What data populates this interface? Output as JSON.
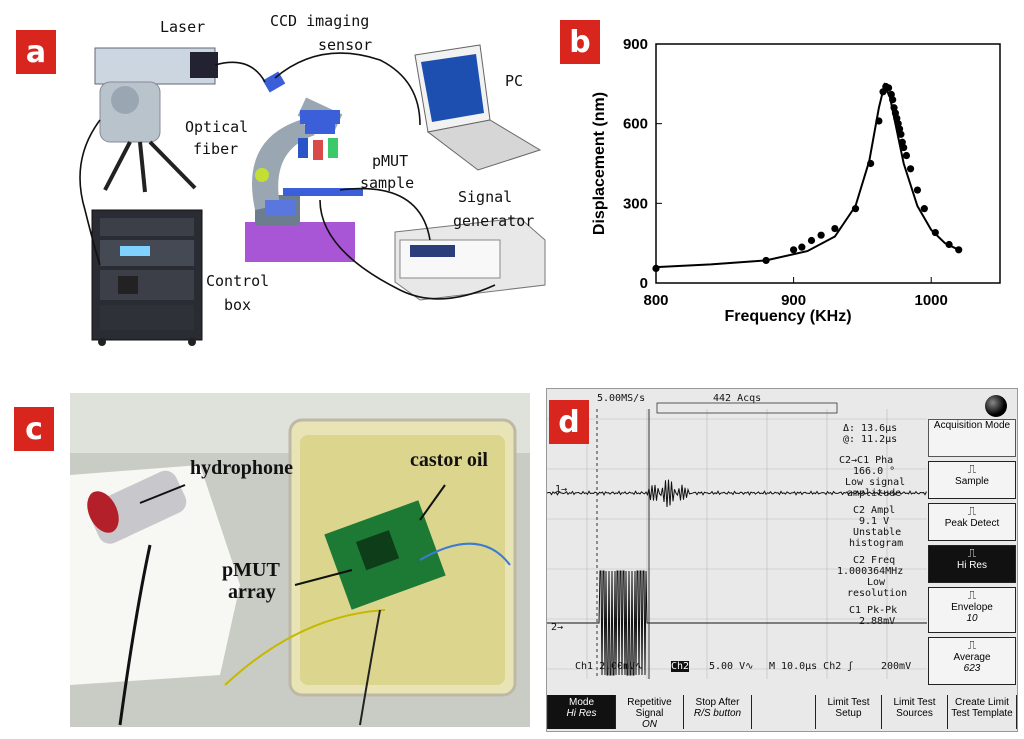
{
  "panels": {
    "a": {
      "tag": "a",
      "labels": {
        "laser": "Laser",
        "ccd": "CCD  imaging",
        "ccd2": "sensor",
        "pc": "PC",
        "optical": "Optical",
        "fiber": "fiber",
        "pmut": "pMUT",
        "sample": "sample",
        "signal": "Signal",
        "generator": "generator",
        "control": "Control",
        "box": "box"
      }
    },
    "b": {
      "tag": "b"
    },
    "c": {
      "tag": "c",
      "labels": {
        "hydrophone": "hydrophone",
        "castor": "castor oil",
        "pmut": "pMUT",
        "array": "array"
      }
    },
    "d": {
      "tag": "d",
      "scope": {
        "rate": "5.00MS/s",
        "acqs": "442 Acqs",
        "delta": "Δ: 13.6μs",
        "at": "@: 11.2μs",
        "m1a": "C2→C1 Pha",
        "m1b": "166.0 °",
        "m1c": "Low signal",
        "m1d": "amplitude",
        "m2a": "C2 Ampl",
        "m2b": "9.1 V",
        "m2c": "Unstable",
        "m2d": "histogram",
        "m3a": "C2 Freq",
        "m3b": "1.000364MHz",
        "m3c": "Low",
        "m3d": "resolution",
        "m4a": "C1 Pk-Pk",
        "m4b": "2.88mV",
        "ch1": "Ch1  2.00mV∿",
        "ch2": "Ch2",
        "ch2v": "5.00 V∿",
        "time": "M 10.0μs  Ch2 ʃ",
        "trig": "200mV",
        "marker1": "1→",
        "marker2": "2→",
        "side": {
          "title": "Acquisition Mode",
          "sample": "Sample",
          "peak": "Peak Detect",
          "hires": "Hi Res",
          "envelope": "Envelope",
          "envelope_n": "10",
          "average": "Average",
          "average_n": "623"
        },
        "bottom": {
          "mode": "Mode",
          "mode_v": "Hi Res",
          "rep": "Repetitive Signal",
          "rep_v": "ON",
          "stop": "Stop After",
          "stop_v": "R/S button",
          "limit": "Limit Test Setup",
          "sources": "Limit Test Sources",
          "create": "Create Limit Test Template"
        }
      }
    }
  },
  "chart_data": {
    "type": "line",
    "xlabel": "Frequency (KHz)",
    "ylabel": "Displacement (nm)",
    "xlim": [
      800,
      1050
    ],
    "ylim": [
      0,
      900
    ],
    "xticks": [
      800,
      900,
      1000
    ],
    "yticks": [
      0,
      300,
      600,
      900
    ],
    "grid": false,
    "curve": {
      "x": [
        800,
        840,
        880,
        910,
        930,
        945,
        955,
        962,
        966,
        970,
        974,
        980,
        990,
        1000,
        1010,
        1020
      ],
      "y": [
        60,
        70,
        85,
        120,
        175,
        290,
        460,
        660,
        745,
        700,
        600,
        450,
        290,
        200,
        150,
        125
      ]
    },
    "points": {
      "x": [
        800,
        880,
        900,
        906,
        913,
        920,
        930,
        945,
        956,
        962,
        965,
        967,
        969,
        971,
        972,
        973,
        974,
        975,
        976,
        977,
        978,
        979,
        980,
        982,
        985,
        990,
        995,
        1003,
        1013,
        1020
      ],
      "y": [
        55,
        85,
        125,
        135,
        160,
        180,
        205,
        280,
        450,
        610,
        720,
        740,
        735,
        710,
        690,
        660,
        640,
        620,
        600,
        580,
        560,
        530,
        510,
        480,
        430,
        350,
        280,
        190,
        145,
        125
      ]
    }
  }
}
